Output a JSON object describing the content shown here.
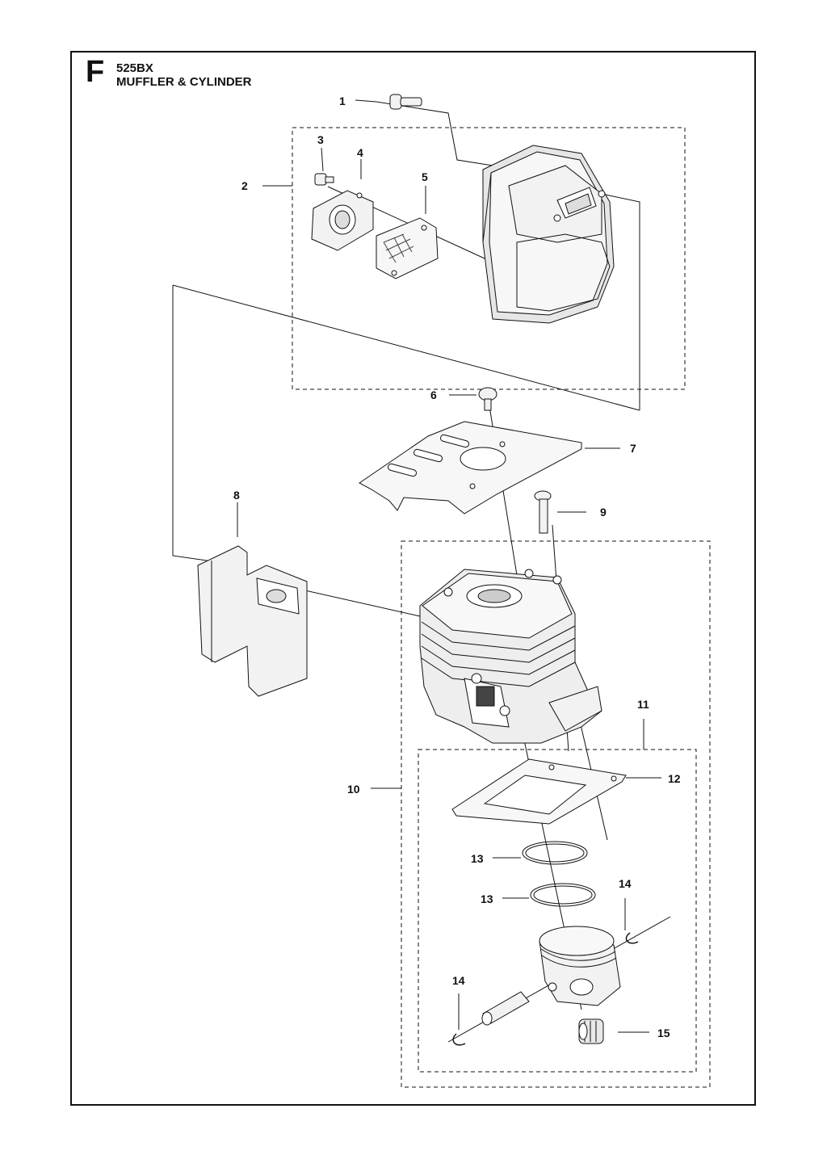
{
  "header": {
    "section_letter": "F",
    "model": "525BX",
    "title": "MUFFLER & CYLINDER"
  },
  "callouts": [
    {
      "id": "c1",
      "label": "1"
    },
    {
      "id": "c2",
      "label": "2"
    },
    {
      "id": "c3",
      "label": "3"
    },
    {
      "id": "c4",
      "label": "4"
    },
    {
      "id": "c5",
      "label": "5"
    },
    {
      "id": "c6",
      "label": "6"
    },
    {
      "id": "c7",
      "label": "7"
    },
    {
      "id": "c8",
      "label": "8"
    },
    {
      "id": "c9",
      "label": "9"
    },
    {
      "id": "c10",
      "label": "10"
    },
    {
      "id": "c11",
      "label": "11"
    },
    {
      "id": "c12",
      "label": "12"
    },
    {
      "id": "c13a",
      "label": "13"
    },
    {
      "id": "c13b",
      "label": "13"
    },
    {
      "id": "c14a",
      "label": "14"
    },
    {
      "id": "c14b",
      "label": "14"
    },
    {
      "id": "c15",
      "label": "15"
    }
  ],
  "colors": {
    "line": "#111111",
    "fill_light": "#f2f2f2",
    "fill_mid": "#d9d9d9"
  }
}
